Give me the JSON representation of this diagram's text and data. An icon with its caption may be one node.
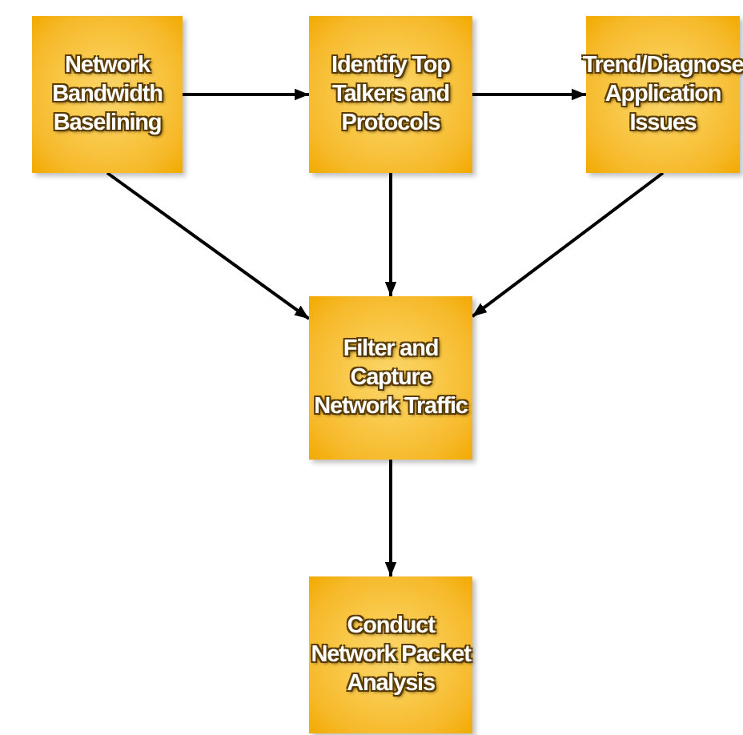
{
  "diagram": {
    "nodes": [
      {
        "text": [
          "Network Bandwidth Baselining"
        ]
      },
      {
        "text": [
          "Identify Top Talkers and Protocols"
        ]
      },
      {
        "text": [
          "Trend/Diagnose Application Issues"
        ]
      },
      {
        "text": [
          "Filter and Capture Network Traffic"
        ]
      },
      {
        "text": [
          "Conduct Network Packet Analysis"
        ]
      }
    ],
    "edges": [
      {
        "from": 0,
        "to": 1,
        "arrow": "to"
      },
      {
        "from": 1,
        "to": 2,
        "arrow": "to"
      },
      {
        "from": 0,
        "to": 3,
        "arrow": "to"
      },
      {
        "from": 1,
        "to": 3,
        "arrow": "to"
      },
      {
        "from": 2,
        "to": 3,
        "arrow": "to"
      },
      {
        "from": 3,
        "to": 4,
        "arrow": "to"
      }
    ]
  }
}
